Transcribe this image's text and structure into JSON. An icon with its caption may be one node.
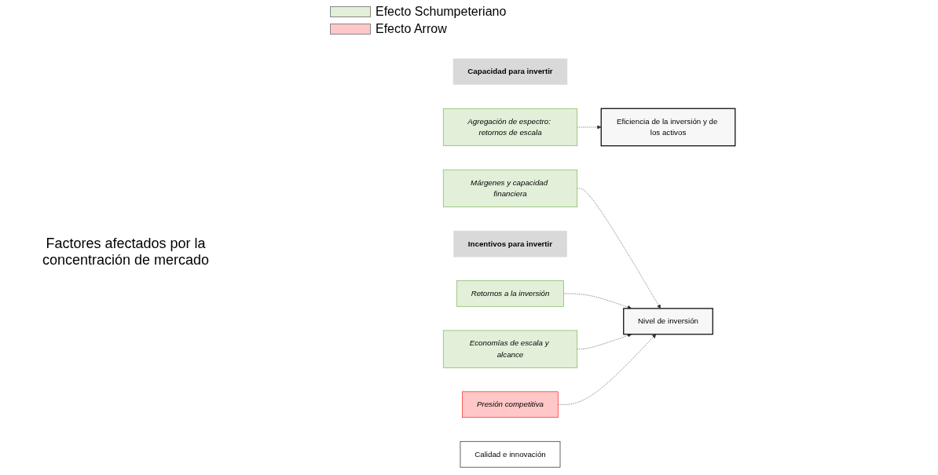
{
  "diagram": {
    "nodes": [
      {
        "text": [
          "Capacidad para invertir"
        ]
      },
      {
        "text": [
          "Agregación de espectro: retornos de escala"
        ]
      },
      {
        "text": [
          "Márgenes y capacidad financiera"
        ]
      },
      {
        "text": [
          "Incentivos para invertir"
        ]
      },
      {
        "text": [
          "Retornos a la inversión"
        ]
      },
      {
        "text": [
          "Economías de escala y alcance"
        ]
      },
      {
        "text": [
          "Presión competitiva"
        ]
      },
      {
        "text": [
          "Eficiencia de la inversión y de los activos"
        ]
      },
      {
        "text": [
          "Nivel de inversión"
        ]
      },
      {
        "text": [
          "Calidad e innovación"
        ]
      }
    ],
    "edges": [
      {
        "from": 1,
        "to": 7,
        "arrow": "to",
        "style": "dashed"
      },
      {
        "from": 2,
        "to": 8,
        "arrow": "to",
        "style": "dashed"
      },
      {
        "from": 4,
        "to": 8,
        "arrow": "to",
        "style": "dashed"
      },
      {
        "from": 5,
        "to": 8,
        "arrow": "to",
        "style": "dashed"
      },
      {
        "from": 6,
        "to": 8,
        "arrow": "to",
        "style": "dashed"
      }
    ],
    "labels": [
      "Factores afectados por la concentración de mercado"
    ],
    "legend": [
      {
        "text": "Efecto Schumpeteriano",
        "color": "#e2efd9"
      },
      {
        "text": "Efecto Arrow",
        "color": "#ffc7c7"
      }
    ]
  }
}
